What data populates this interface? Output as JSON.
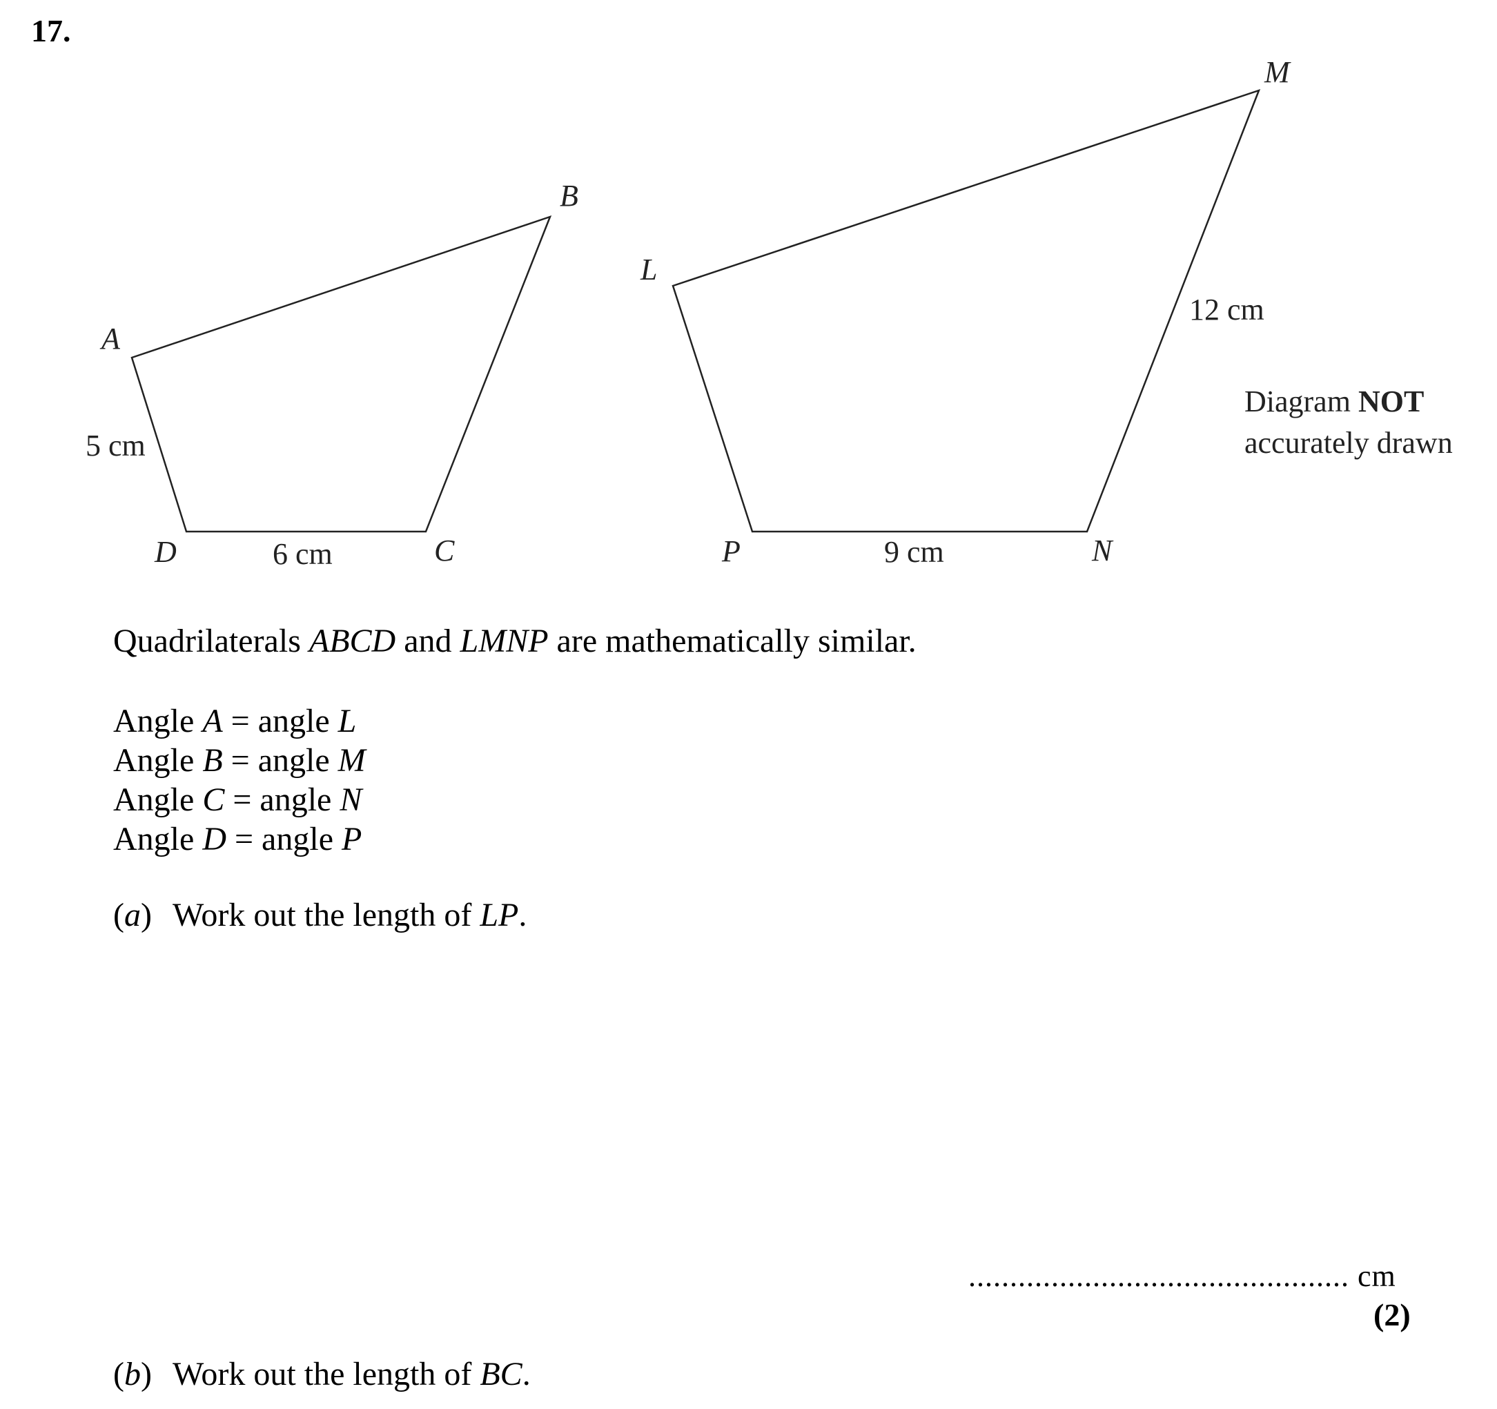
{
  "question": {
    "number": "17.",
    "diagram": {
      "quad1": {
        "vertices": [
          "A",
          "B",
          "C",
          "D"
        ],
        "side_AD": "5 cm",
        "side_DC": "6 cm"
      },
      "quad2": {
        "vertices": [
          "L",
          "M",
          "N",
          "P"
        ],
        "side_MN": "12 cm",
        "side_PN": "9 cm"
      },
      "note_line1_prefix": "Diagram ",
      "note_line1_bold": "NOT",
      "note_line2": "accurately drawn"
    },
    "intro": {
      "prefix": "Quadrilaterals ",
      "shape1": "ABCD",
      "middle": " and ",
      "shape2": "LMNP",
      "suffix": " are mathematically similar."
    },
    "angles": [
      {
        "word": "Angle ",
        "v1": "A",
        "eq": " = angle ",
        "v2": "L"
      },
      {
        "word": "Angle ",
        "v1": "B",
        "eq": " = angle ",
        "v2": "M"
      },
      {
        "word": "Angle ",
        "v1": "C",
        "eq": " = angle ",
        "v2": "N"
      },
      {
        "word": "Angle ",
        "v1": "D",
        "eq": " = angle ",
        "v2": "P"
      }
    ],
    "part_a": {
      "open": "(",
      "letter": "a",
      "close": ")",
      "text": "Work out the length of ",
      "target": "LP",
      "end": "."
    },
    "answer": {
      "dots": "..............................................",
      "unit": "cm"
    },
    "marks": "(2)",
    "part_b": {
      "open": "(",
      "letter": "b",
      "close": ")",
      "text": "Work out the length of ",
      "target": "BC",
      "end": "."
    }
  }
}
